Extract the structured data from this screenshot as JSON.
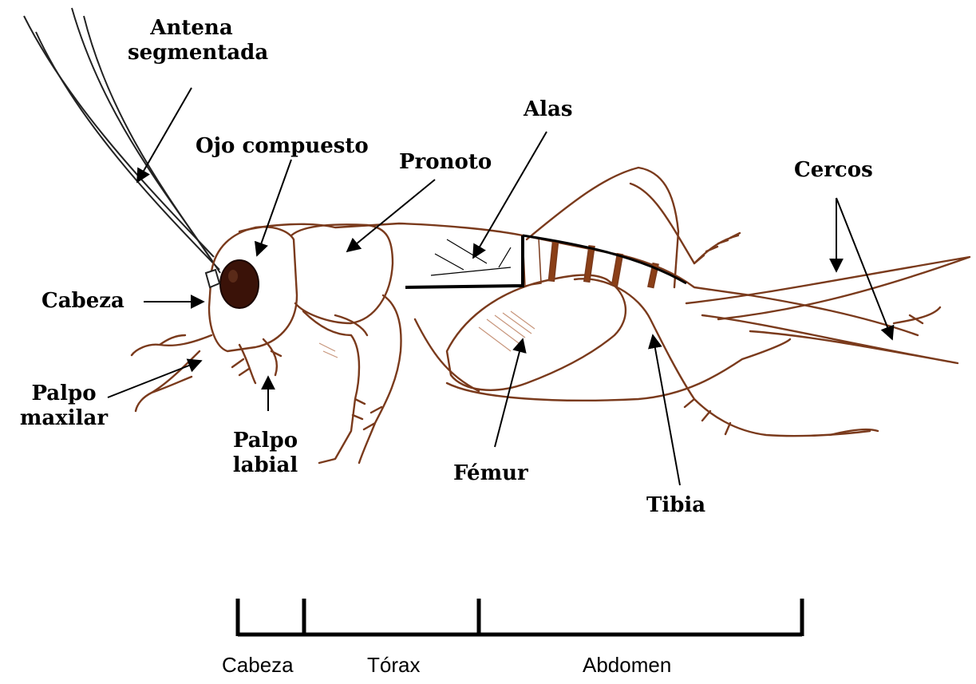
{
  "labels": {
    "antena_line1": "Antena",
    "antena_line2": "segmentada",
    "ojo": "Ojo compuesto",
    "pronoto": "Pronoto",
    "alas": "Alas",
    "cercos": "Cercos",
    "cabeza": "Cabeza",
    "palpo_maxilar_line1": "Palpo",
    "palpo_maxilar_line2": "maxilar",
    "palpo_labial_line1": "Palpo",
    "palpo_labial_line2": "labial",
    "femur": "Fémur",
    "tibia": "Tibia"
  },
  "segments": {
    "cabeza": "Cabeza",
    "torax": "Tórax",
    "abdomen": "Abdomen"
  },
  "colors": {
    "outline": "#7a3a1c",
    "wing_band": "#8b3f17",
    "shade": "#b97a5a",
    "line": "#000000"
  }
}
